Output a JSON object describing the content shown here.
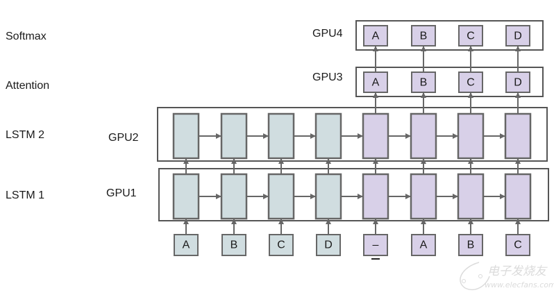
{
  "layer_labels": {
    "softmax": "Softmax",
    "attention": "Attention",
    "lstm2": "LSTM 2",
    "lstm1": "LSTM 1"
  },
  "gpu_labels": {
    "gpu4": "GPU4",
    "gpu3": "GPU3",
    "gpu2": "GPU2",
    "gpu1": "GPU1"
  },
  "inputs": [
    {
      "label": "A",
      "group": "encoder"
    },
    {
      "label": "B",
      "group": "encoder"
    },
    {
      "label": "C",
      "group": "encoder"
    },
    {
      "label": "D",
      "group": "encoder"
    },
    {
      "label": "–",
      "group": "decoder"
    },
    {
      "label": "A",
      "group": "decoder"
    },
    {
      "label": "B",
      "group": "decoder"
    },
    {
      "label": "C",
      "group": "decoder"
    }
  ],
  "attention_outputs": [
    "A",
    "B",
    "C",
    "D"
  ],
  "softmax_outputs": [
    "A",
    "B",
    "C",
    "D"
  ],
  "colors": {
    "encoder_fill": "#d0dde0",
    "decoder_fill": "#d8d0e8",
    "stroke": "#666666",
    "frame": "#555555"
  },
  "watermark": {
    "title": "电子发烧友",
    "url": "www.elecfans.com"
  }
}
